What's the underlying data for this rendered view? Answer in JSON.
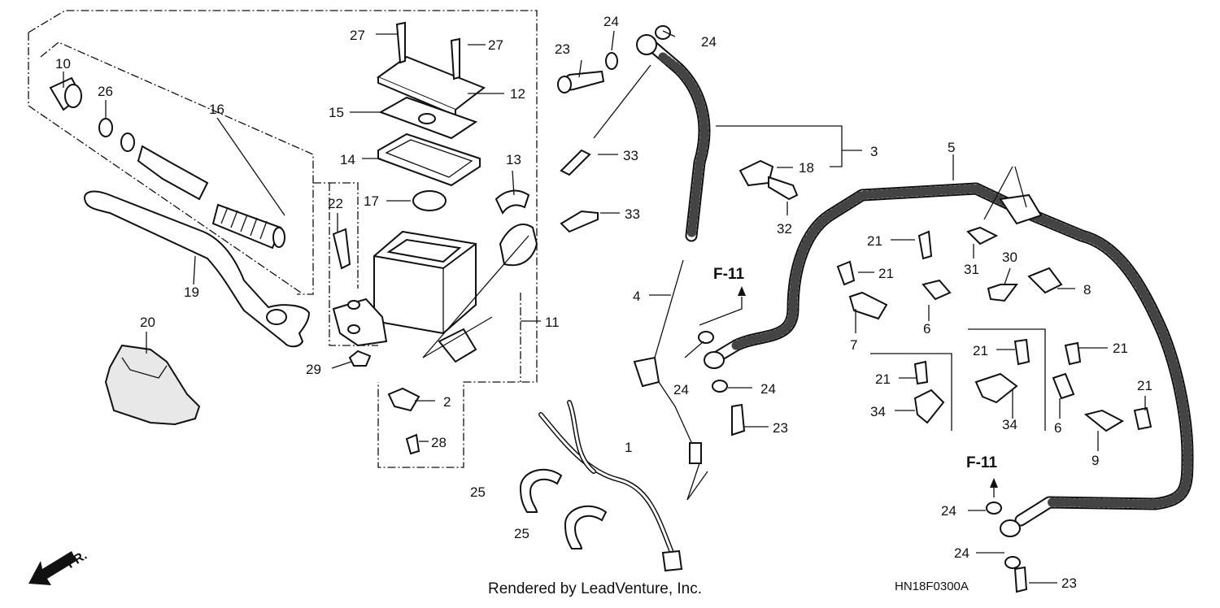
{
  "diagram": {
    "credit": "Rendered by LeadVenture, Inc.",
    "code": "HN18F0300A",
    "direction": "FR.",
    "ref_a": "F-11",
    "ref_b": "F-11",
    "labels": [
      "1",
      "2",
      "3",
      "4",
      "5",
      "6",
      "6",
      "7",
      "8",
      "9",
      "10",
      "11",
      "12",
      "13",
      "14",
      "15",
      "16",
      "17",
      "18",
      "19",
      "20",
      "21",
      "21",
      "21",
      "21",
      "21",
      "21",
      "21",
      "22",
      "23",
      "23",
      "23",
      "24",
      "24",
      "24",
      "24",
      "24",
      "24",
      "25",
      "25",
      "26",
      "27",
      "27",
      "28",
      "29",
      "30",
      "31",
      "32",
      "33",
      "33",
      "34",
      "34"
    ]
  }
}
